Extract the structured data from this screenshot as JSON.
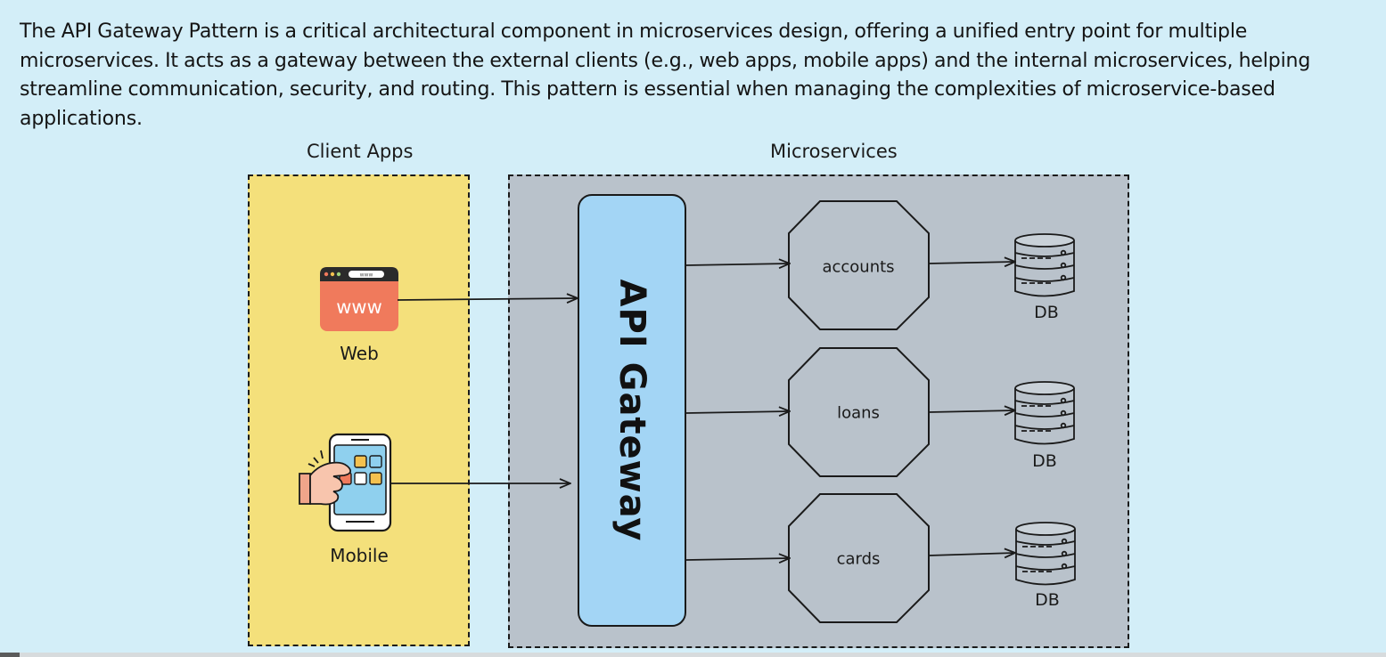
{
  "intro_text": "The API Gateway Pattern is a critical architectural component in microservices design, offering a unified entry point for multiple microservices. It acts as a gateway between the external clients (e.g., web apps, mobile apps) and the internal microservices, helping streamline communication, security, and routing. This pattern is essential when managing the complexities of microservice-based applications.",
  "client_section": {
    "title": "Client Apps",
    "web": {
      "label": "Web",
      "icon": "browser-window-icon",
      "icon_text": "www",
      "url_text": "www"
    },
    "mobile": {
      "label": "Mobile",
      "icon": "smartphone-tap-icon"
    }
  },
  "microservices_section": {
    "title": "Microservices",
    "gateway_label": "API Gateway",
    "services": [
      {
        "label": "accounts",
        "db_label": "DB"
      },
      {
        "label": "loans",
        "db_label": "DB"
      },
      {
        "label": "cards",
        "db_label": "DB"
      }
    ]
  },
  "colors": {
    "background": "#d3eef8",
    "client_box": "#f4e07b",
    "micro_box": "#b9c2cb",
    "gateway": "#a3d5f5",
    "browser_accent": "#f07a5c"
  }
}
